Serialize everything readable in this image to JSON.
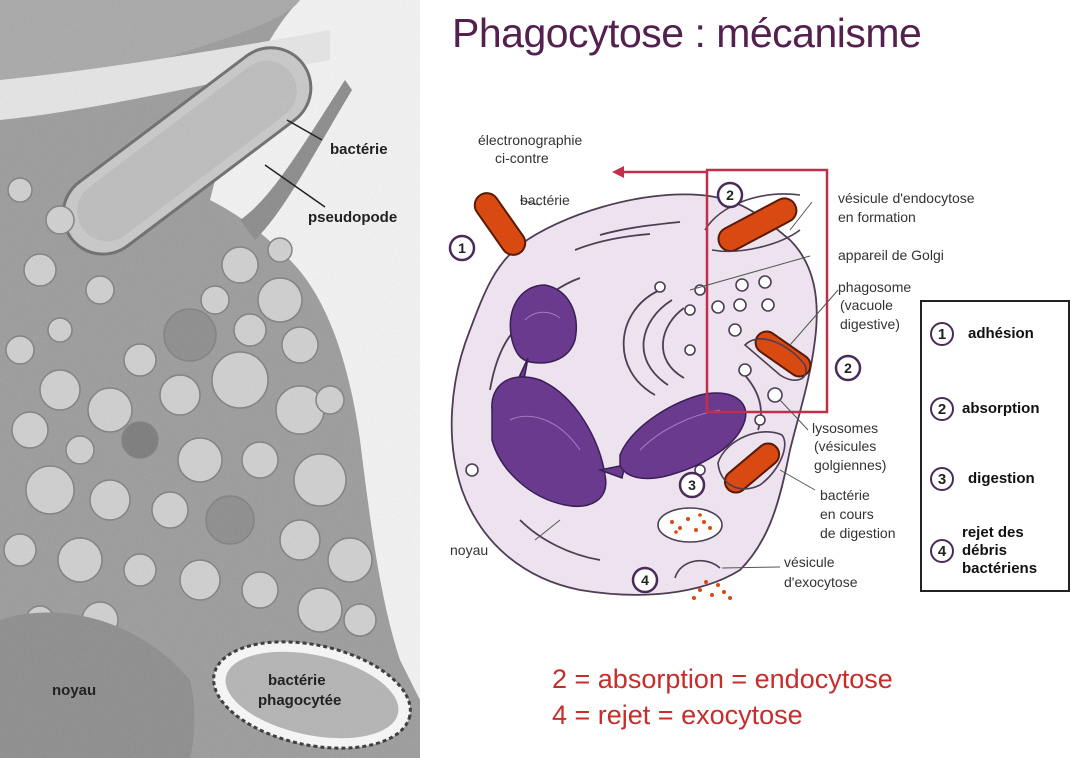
{
  "title": "Phagocytose : mécanisme",
  "micrograph": {
    "labels": {
      "bacterie": "bactérie",
      "pseudopode": "pseudopode",
      "noyau": "noyau",
      "phagocytee_1": "bactérie",
      "phagocytee_2": "phagocytée"
    }
  },
  "diagram": {
    "electron_1": "électronographie",
    "electron_2": "ci-contre",
    "bacterie": "bactérie",
    "vesicule_endo_1": "vésicule d'endocytose",
    "vesicule_endo_2": "en formation",
    "golgi": "appareil de Golgi",
    "phagosome_1": "phagosome",
    "phagosome_2": "(vacuole",
    "phagosome_3": "digestive)",
    "lysosomes_1": "lysosomes",
    "lysosomes_2": "(vésicules",
    "lysosomes_3": "golgiennes)",
    "digestion_1": "bactérie",
    "digestion_2": "en cours",
    "digestion_3": "de digestion",
    "noyau": "noyau",
    "exo_1": "vésicule",
    "exo_2": "d'exocytose",
    "steps": [
      "1",
      "2",
      "2",
      "3",
      "4"
    ]
  },
  "legend": {
    "items": [
      {
        "num": "1",
        "label": "adhésion"
      },
      {
        "num": "2",
        "label": "absorption"
      },
      {
        "num": "3",
        "label": "digestion"
      },
      {
        "num": "4",
        "label_lines": [
          "rejet des",
          "débris",
          "bactériens"
        ]
      }
    ]
  },
  "equations": {
    "line1": "2 = absorption = endocytose",
    "line2": "4 = rejet = exocytose"
  },
  "colors": {
    "title": "#54204f",
    "equations": "#c62d2b",
    "frame": "#c0304a",
    "bacteria": "#d94a12",
    "nucleus": "#6a3a8e",
    "cytoplasm": "#ece3ef"
  }
}
